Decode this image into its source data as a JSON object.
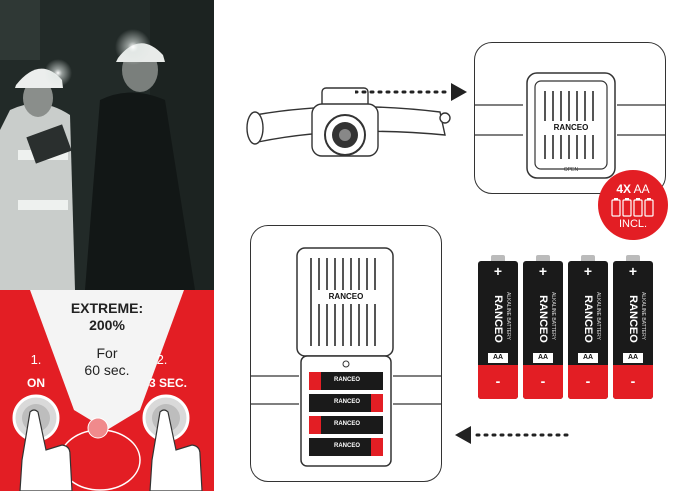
{
  "instructions": {
    "mode_title": "EXTREME:",
    "mode_percent": "200%",
    "duration_line1": "For",
    "duration_line2": "60 sec.",
    "step1_number": "1.",
    "step1_label": "ON",
    "step2_number": "2.",
    "step2_label": "3 SEC."
  },
  "product": {
    "brand": "RANCEO",
    "case_label_open": "OPEN",
    "battery_brand": "RANCEO",
    "battery_type": "ALKALINE BATTERY",
    "battery_size": "AA",
    "battery_plus": "+",
    "battery_minus": "-"
  },
  "badge": {
    "quantity": "4X",
    "size": "AA",
    "included": "INCL."
  },
  "colors": {
    "accent_red": "#e31e24",
    "dark": "#1a1a1a",
    "outline": "#333333"
  }
}
